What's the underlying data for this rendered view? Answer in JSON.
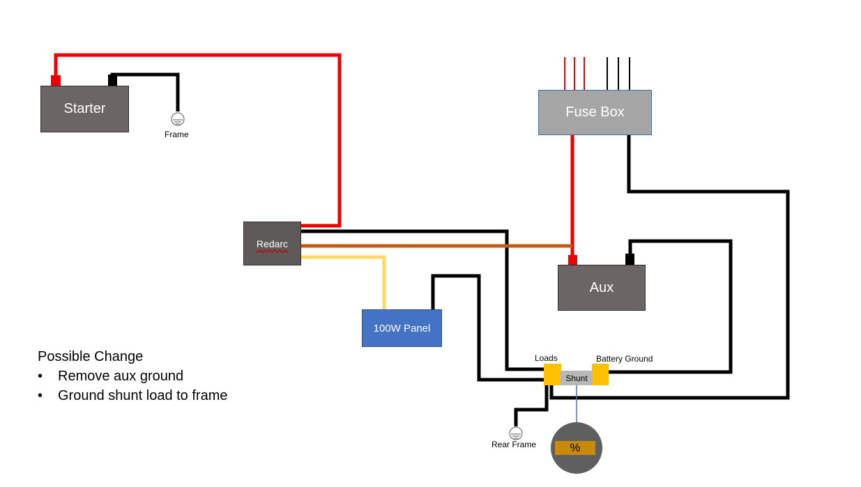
{
  "components": {
    "starter": "Starter",
    "redarc": "Redarc",
    "fuse_box": "Fuse Box",
    "aux": "Aux",
    "panel": "100W Panel",
    "shunt": "Shunt",
    "gauge": "%"
  },
  "labels": {
    "frame": "Frame",
    "rear_frame": "Rear Frame",
    "loads": "Loads",
    "battery_ground": "Battery Ground"
  },
  "note": {
    "title": "Possible Change",
    "items": [
      "Remove aux ground",
      "Ground shunt load to frame"
    ]
  },
  "colors": {
    "positive_wire": "#ee0000",
    "negative_wire": "#000000",
    "solar_wire": "#ffd966",
    "d_plus_wire": "#c55a11",
    "terminal": "#ffc000",
    "shunt_signal": "#4472c4"
  }
}
